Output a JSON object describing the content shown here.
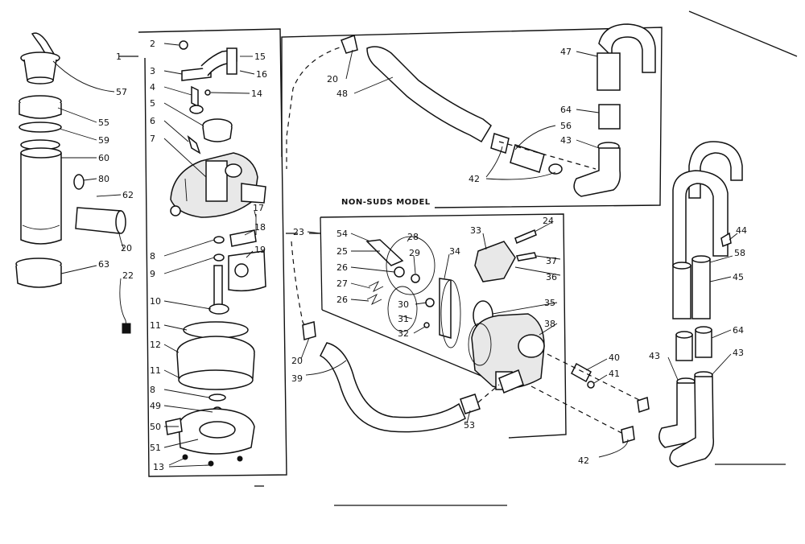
{
  "diagram": {
    "section_caption": "NON-SUDS MODEL",
    "callouts": [
      {
        "id": "c1",
        "text": "1"
      },
      {
        "id": "c2",
        "text": "2"
      },
      {
        "id": "c3",
        "text": "3"
      },
      {
        "id": "c4",
        "text": "4"
      },
      {
        "id": "c5",
        "text": "5"
      },
      {
        "id": "c6",
        "text": "6"
      },
      {
        "id": "c7",
        "text": "7"
      },
      {
        "id": "c8a",
        "text": "8"
      },
      {
        "id": "c9",
        "text": "9"
      },
      {
        "id": "c10",
        "text": "10"
      },
      {
        "id": "c11a",
        "text": "11"
      },
      {
        "id": "c12",
        "text": "12"
      },
      {
        "id": "c11b",
        "text": "11"
      },
      {
        "id": "c8b",
        "text": "8"
      },
      {
        "id": "c49",
        "text": "49"
      },
      {
        "id": "c50",
        "text": "50"
      },
      {
        "id": "c51",
        "text": "51"
      },
      {
        "id": "c13",
        "text": "13"
      },
      {
        "id": "c15",
        "text": "15"
      },
      {
        "id": "c16",
        "text": "16"
      },
      {
        "id": "c14",
        "text": "14"
      },
      {
        "id": "c17",
        "text": "17"
      },
      {
        "id": "c18",
        "text": "18"
      },
      {
        "id": "c19",
        "text": "19"
      },
      {
        "id": "c57",
        "text": "57"
      },
      {
        "id": "c55",
        "text": "55"
      },
      {
        "id": "c59",
        "text": "59"
      },
      {
        "id": "c60",
        "text": "60"
      },
      {
        "id": "c80",
        "text": "80"
      },
      {
        "id": "c62",
        "text": "62"
      },
      {
        "id": "c20a",
        "text": "20"
      },
      {
        "id": "c63",
        "text": "63"
      },
      {
        "id": "c22",
        "text": "22"
      },
      {
        "id": "c20b",
        "text": "20"
      },
      {
        "id": "c48",
        "text": "48"
      },
      {
        "id": "c47",
        "text": "47"
      },
      {
        "id": "c64a",
        "text": "64"
      },
      {
        "id": "c56",
        "text": "56"
      },
      {
        "id": "c43a",
        "text": "43"
      },
      {
        "id": "c42a",
        "text": "42"
      },
      {
        "id": "c23",
        "text": "23"
      },
      {
        "id": "c54",
        "text": "54"
      },
      {
        "id": "c25",
        "text": "25"
      },
      {
        "id": "c26a",
        "text": "26"
      },
      {
        "id": "c27",
        "text": "27"
      },
      {
        "id": "c26b",
        "text": "26"
      },
      {
        "id": "c28",
        "text": "28"
      },
      {
        "id": "c29",
        "text": "29"
      },
      {
        "id": "c30",
        "text": "30"
      },
      {
        "id": "c31",
        "text": "31"
      },
      {
        "id": "c32",
        "text": "32"
      },
      {
        "id": "c34",
        "text": "34"
      },
      {
        "id": "c33",
        "text": "33"
      },
      {
        "id": "c24",
        "text": "24"
      },
      {
        "id": "c37",
        "text": "37"
      },
      {
        "id": "c36",
        "text": "36"
      },
      {
        "id": "c35",
        "text": "35"
      },
      {
        "id": "c38",
        "text": "38"
      },
      {
        "id": "c20c",
        "text": "20"
      },
      {
        "id": "c39",
        "text": "39"
      },
      {
        "id": "c53",
        "text": "53"
      },
      {
        "id": "c40",
        "text": "40"
      },
      {
        "id": "c41",
        "text": "41"
      },
      {
        "id": "c42b",
        "text": "42"
      },
      {
        "id": "c44",
        "text": "44"
      },
      {
        "id": "c58",
        "text": "58"
      },
      {
        "id": "c45",
        "text": "45"
      },
      {
        "id": "c64b",
        "text": "64"
      },
      {
        "id": "c43b",
        "text": "43"
      },
      {
        "id": "c43c",
        "text": "43"
      }
    ]
  }
}
